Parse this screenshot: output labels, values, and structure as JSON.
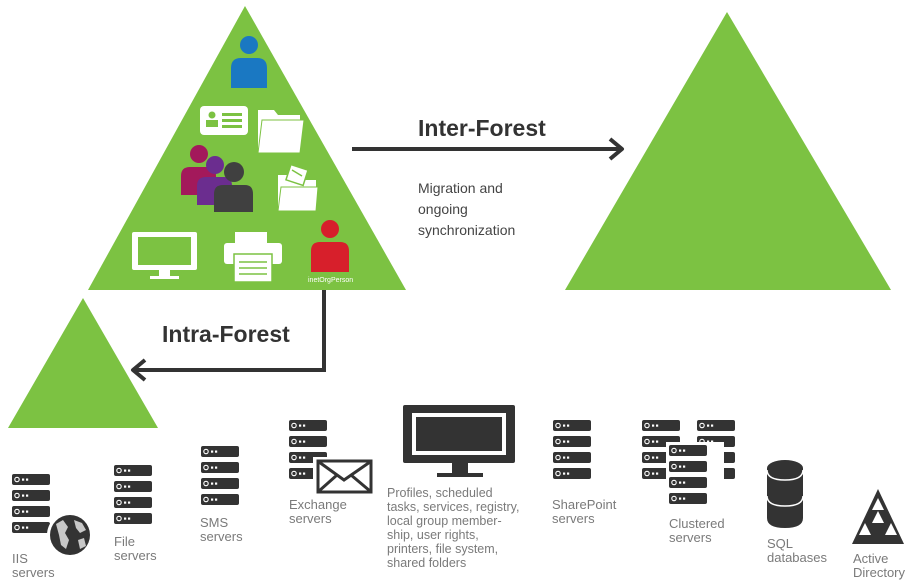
{
  "colors": {
    "green": "#7cc242",
    "dark": "#333333",
    "blue": "#1a78c2",
    "red": "#d71f2b",
    "purple": "#6b2d8f",
    "crimson": "#a3195b",
    "label": "#7a7a7a"
  },
  "forest": {
    "object_label": "inetOrgPerson"
  },
  "inter_forest": {
    "title": "Inter-Forest",
    "desc_line1": "Migration and",
    "desc_line2": "ongoing",
    "desc_line3": "synchronization"
  },
  "intra_forest": {
    "title": "Intra-Forest"
  },
  "workloads": {
    "iis": [
      "IIS",
      "servers"
    ],
    "file": [
      "File",
      "servers"
    ],
    "sms": [
      "SMS",
      "servers"
    ],
    "exchange": [
      "Exchange",
      "servers"
    ],
    "profiles": [
      "Profiles, scheduled",
      "tasks, services, registry,",
      "local group member-",
      "ship, user rights,",
      "printers, file system,",
      "shared folders"
    ],
    "sharepoint": [
      "SharePoint",
      "servers"
    ],
    "clustered": [
      "Clustered",
      "servers"
    ],
    "sql": [
      "SQL",
      "databases"
    ],
    "ad": [
      "Active",
      "Directory"
    ]
  },
  "icons": [
    "user-icon",
    "contact-card-icon",
    "folder-icon",
    "group-icon",
    "shared-folder-icon",
    "monitor-icon",
    "printer-icon",
    "inetorgperson-icon",
    "server-icon",
    "globe-icon",
    "envelope-icon",
    "database-icon",
    "active-directory-icon"
  ]
}
